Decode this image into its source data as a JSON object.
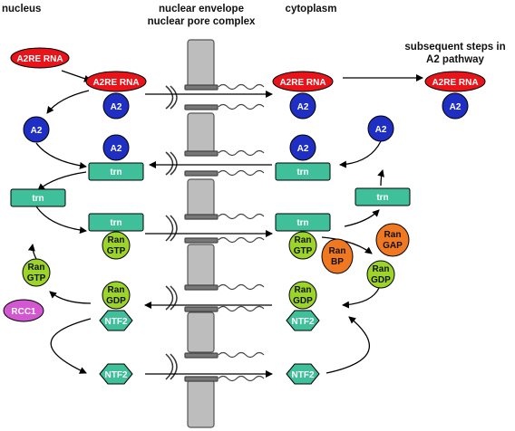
{
  "headers": {
    "nucleus": "nucleus",
    "envelope_line1": "nuclear envelope",
    "envelope_line2": "nuclear pore complex",
    "cytoplasm": "cytoplasm",
    "subsequent_line1": "subsequent steps in",
    "subsequent_line2": "A2 pathway"
  },
  "labels": {
    "a2re_rna": "A2RE RNA",
    "a2": "A2",
    "trn": "trn",
    "ran": "Ran",
    "gtp": "GTP",
    "gdp": "GDP",
    "ntf2": "NTF2",
    "rcc1": "RCC1",
    "ran_bp_line1": "Ran",
    "ran_bp_line2": "BP",
    "ran_gap_line1": "Ran",
    "ran_gap_line2": "GAP"
  },
  "colors": {
    "rna_red": "#e8141a",
    "a2_blue": "#1f2fc4",
    "trn_teal": "#3fbf9a",
    "ran_green": "#9cd42a",
    "ntf2_teal": "#3fbf9a",
    "rcc1_magenta": "#d257d0",
    "ranbp_orange": "#f07820",
    "pore_gray": "#bdbdbd"
  }
}
